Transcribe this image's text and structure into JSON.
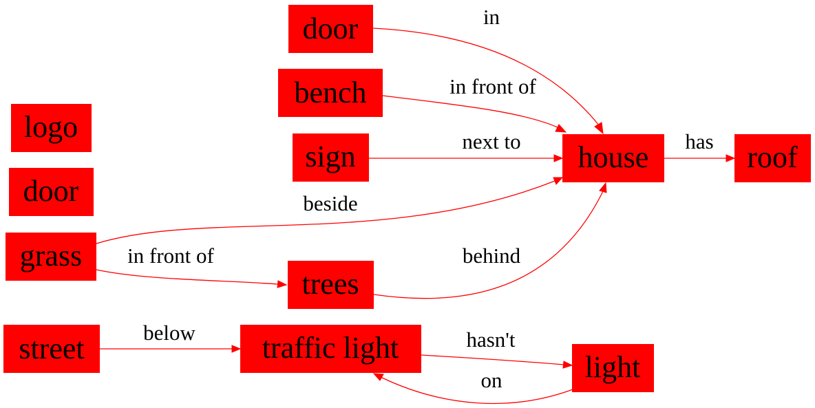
{
  "colors": {
    "node_fill": "#ff0000",
    "edge": "#ff0000",
    "text": "#000000",
    "background": "#ffffff"
  },
  "nodes": {
    "door_top": "door",
    "bench": "bench",
    "logo": "logo",
    "door_left": "door",
    "sign": "sign",
    "house": "house",
    "roof": "roof",
    "grass": "grass",
    "trees": "trees",
    "street": "street",
    "traffic_light": "traffic light",
    "light": "light"
  },
  "edges": [
    {
      "from": "door_top",
      "to": "house",
      "label": "in"
    },
    {
      "from": "bench",
      "to": "house",
      "label": "in front of"
    },
    {
      "from": "sign",
      "to": "house",
      "label": "next to"
    },
    {
      "from": "house",
      "to": "roof",
      "label": "has"
    },
    {
      "from": "grass",
      "to": "house",
      "label": "beside"
    },
    {
      "from": "grass",
      "to": "trees",
      "label": "in front of"
    },
    {
      "from": "trees",
      "to": "house",
      "label": "behind"
    },
    {
      "from": "street",
      "to": "traffic_light",
      "label": "below"
    },
    {
      "from": "traffic_light",
      "to": "light",
      "label": "hasn't"
    },
    {
      "from": "light",
      "to": "traffic_light",
      "label": "on"
    }
  ]
}
